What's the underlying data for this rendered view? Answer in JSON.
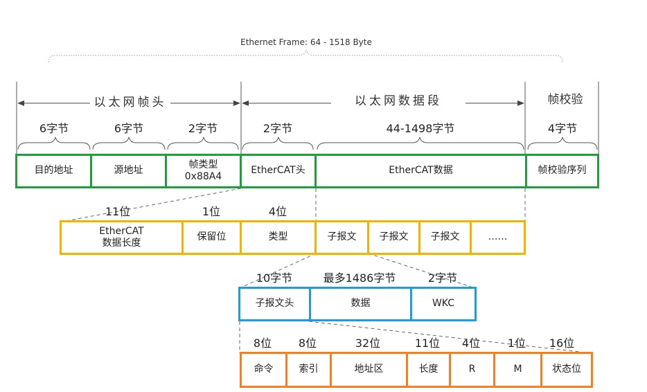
{
  "frame_title": "Ethernet Frame: 64 - 1518 Byte",
  "sections": {
    "header": "以太网帧头",
    "data": "以太网数据段",
    "fcs": "帧校验"
  },
  "colors": {
    "ethernet": "#1f9e3a",
    "ethercat": "#f0b400",
    "datagram": "#1e9ae0",
    "datagram_header": "#f28020",
    "line": "#555555"
  },
  "ethernet_frame": {
    "sizes": [
      "6字节",
      "6字节",
      "2字节",
      "2字节",
      "44-1498字节",
      "4字节"
    ],
    "fields": [
      "目的地址",
      "源地址",
      "帧类型\n0x88A4",
      "EtherCAT头",
      "EtherCAT数据",
      "帧校验序列"
    ]
  },
  "ethercat_header": {
    "sizes": [
      "11位",
      "1位",
      "4位"
    ],
    "fields": [
      "EtherCAT\n数据长度",
      "保留位",
      "类型",
      "子报文",
      "子报文",
      "子报文",
      "……"
    ]
  },
  "datagram": {
    "sizes": [
      "10字节",
      "最多1486字节",
      "2字节"
    ],
    "fields": [
      "子报文头",
      "数据",
      "WKC"
    ]
  },
  "datagram_header": {
    "sizes": [
      "8位",
      "8位",
      "32位",
      "11位",
      "4位",
      "1位",
      "16位"
    ],
    "fields": [
      "命令",
      "索引",
      "地址区",
      "长度",
      "R",
      "M",
      "状态位"
    ]
  }
}
